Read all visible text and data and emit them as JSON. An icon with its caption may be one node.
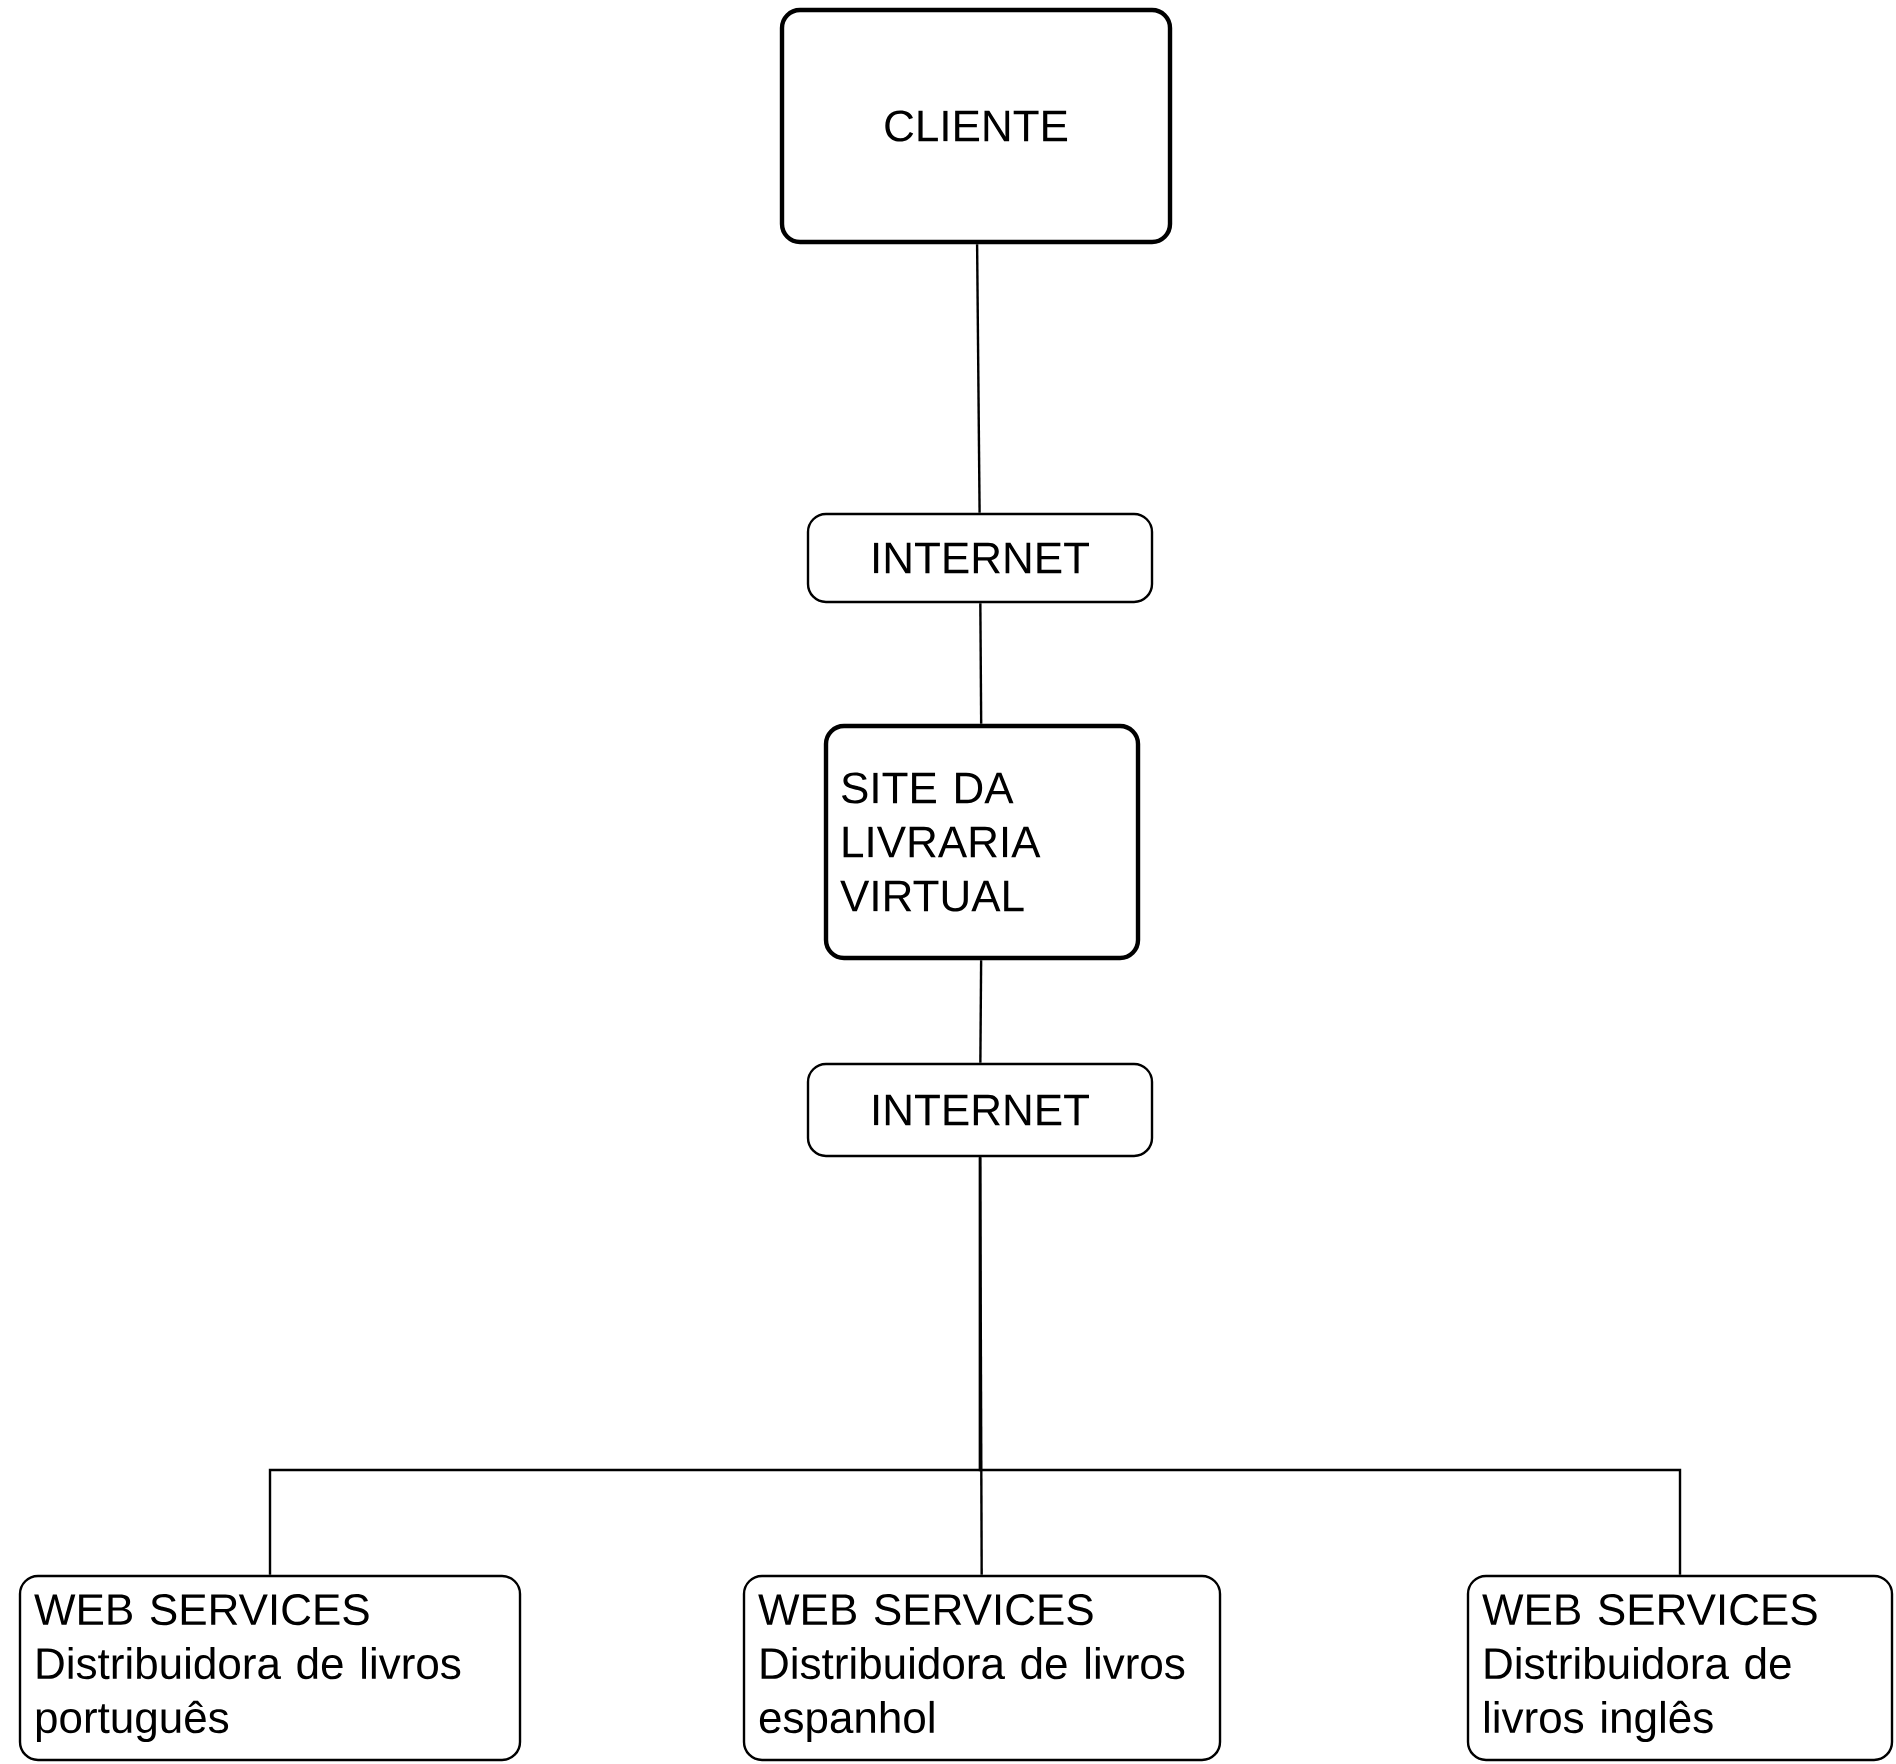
{
  "diagram": {
    "nodes": [
      {
        "text": [
          "CLIENTE"
        ]
      },
      {
        "text": [
          "INTERNET"
        ]
      },
      {
        "text": [
          "SITE DA LIVRARIA VIRTUAL"
        ]
      },
      {
        "text": [
          "INTERNET"
        ]
      },
      {
        "text": [
          "WEB SERVICES",
          "Distribuidora de livros português"
        ]
      },
      {
        "text": [
          "WEB SERVICES",
          "Distribuidora de livros espanhol"
        ]
      },
      {
        "text": [
          "WEB SERVICES",
          "Distribuidora de livros inglês"
        ]
      }
    ],
    "edges": [
      {
        "from": 0,
        "to": 1,
        "arrow": "none"
      },
      {
        "from": 1,
        "to": 2,
        "arrow": "none"
      },
      {
        "from": 2,
        "to": 3,
        "arrow": "none"
      },
      {
        "from": 3,
        "to": 4,
        "arrow": "none"
      },
      {
        "from": 3,
        "to": 5,
        "arrow": "none"
      },
      {
        "from": 3,
        "to": 6,
        "arrow": "none"
      }
    ]
  }
}
